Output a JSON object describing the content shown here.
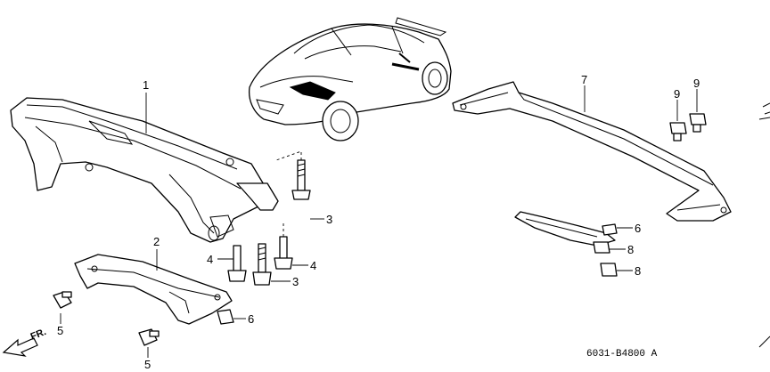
{
  "callouts": [
    {
      "id": "c-1",
      "label": "1"
    },
    {
      "id": "c-2",
      "label": "2"
    },
    {
      "id": "c-3a",
      "label": "3"
    },
    {
      "id": "c-3b",
      "label": "3"
    },
    {
      "id": "c-4a",
      "label": "4"
    },
    {
      "id": "c-4b",
      "label": "4"
    },
    {
      "id": "c-5a",
      "label": "5"
    },
    {
      "id": "c-5b",
      "label": "5"
    },
    {
      "id": "c-6a",
      "label": "6"
    },
    {
      "id": "c-6b",
      "label": "6"
    },
    {
      "id": "c-7",
      "label": "7"
    },
    {
      "id": "c-8a",
      "label": "8"
    },
    {
      "id": "c-8b",
      "label": "8"
    },
    {
      "id": "c-9a",
      "label": "9"
    },
    {
      "id": "c-9b",
      "label": "9"
    }
  ],
  "front_marker": {
    "label": "FR."
  },
  "diagram_code": "6031-B4800 A",
  "colors": {
    "line": "#000000",
    "background": "#ffffff"
  }
}
